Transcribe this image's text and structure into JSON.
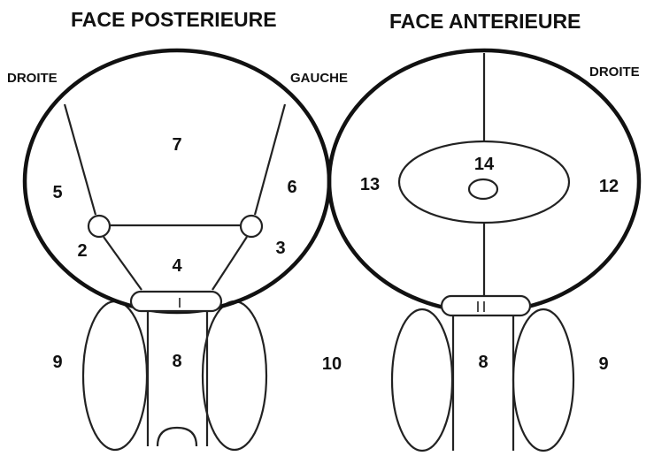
{
  "titles": {
    "posterior": "FACE POSTERIEURE",
    "anterior": "FACE ANTERIEURE"
  },
  "side_labels": {
    "posterior_right": "DROITE",
    "posterior_left": "GAUCHE",
    "anterior_right": "DROITE"
  },
  "zones": {
    "z2": "2",
    "z3": "3",
    "z4": "4",
    "z5": "5",
    "z6": "6",
    "z7": "7",
    "z8_posterior": "8",
    "z8_anterior": "8",
    "z9_posterior": "9",
    "z9_anterior": "9",
    "z10": "10",
    "z12": "12",
    "z13": "13",
    "z14": "14"
  }
}
